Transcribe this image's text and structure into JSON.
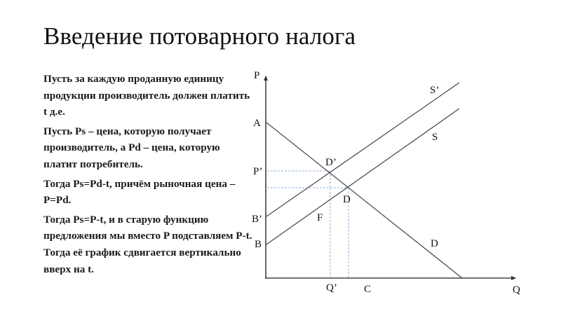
{
  "slide": {
    "title": "Введение потоварного налога",
    "paragraphs": [
      "Пусть за каждую проданную единицу продукции производитель должен платить t д.е.",
      "Пусть Ps – цена, которую получает производитель, а Pd – цена, которую платит потребитель.",
      "Тогда Ps=Pd-t, причём рыночная цена – P=Pd.",
      "Тогда Ps=P-t, и в старую функцию предложения мы вместо P подставляем P-t. Тогда её график сдвигается вертикально вверх на t."
    ]
  },
  "diagram": {
    "axes": {
      "y_label": "P",
      "x_label": "Q"
    },
    "point_labels": {
      "A": "A",
      "B_prime": "B’",
      "B": "B",
      "P_prime": "P’",
      "D_prime": "D’",
      "D_point": "D",
      "F": "F",
      "Q_prime": "Q’",
      "C": "C"
    },
    "curve_labels": {
      "S_prime": "S’",
      "S": "S",
      "D": "D"
    },
    "colors": {
      "axis": "#555555",
      "line": "#444444",
      "dashed": "#8fb0d6"
    }
  }
}
